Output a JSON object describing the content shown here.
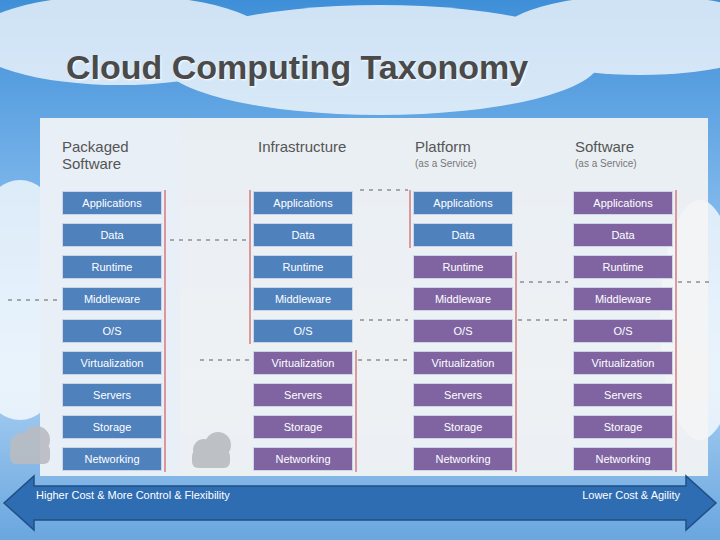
{
  "diagram": {
    "title": "Cloud Computing Taxonomy",
    "nodes": [
      {
        "text": [
          "Applications"
        ]
      },
      {
        "text": [
          "Data"
        ]
      },
      {
        "text": [
          "Runtime"
        ]
      },
      {
        "text": [
          "Middleware"
        ]
      },
      {
        "text": [
          "O/S"
        ]
      },
      {
        "text": [
          "Virtualization"
        ]
      },
      {
        "text": [
          "Servers"
        ]
      },
      {
        "text": [
          "Storage"
        ]
      },
      {
        "text": [
          "Networking"
        ]
      },
      {
        "text": [
          "Applications"
        ]
      },
      {
        "text": [
          "Data"
        ]
      },
      {
        "text": [
          "Runtime"
        ]
      },
      {
        "text": [
          "Middleware"
        ]
      },
      {
        "text": [
          "O/S"
        ]
      },
      {
        "text": [
          "Virtualization"
        ]
      },
      {
        "text": [
          "Servers"
        ]
      },
      {
        "text": [
          "Storage"
        ]
      },
      {
        "text": [
          "Networking"
        ]
      },
      {
        "text": [
          "Applications"
        ]
      },
      {
        "text": [
          "Data"
        ]
      },
      {
        "text": [
          "Runtime"
        ]
      },
      {
        "text": [
          "Middleware"
        ]
      },
      {
        "text": [
          "O/S"
        ]
      },
      {
        "text": [
          "Virtualization"
        ]
      },
      {
        "text": [
          "Servers"
        ]
      },
      {
        "text": [
          "Storage"
        ]
      },
      {
        "text": [
          "Networking"
        ]
      },
      {
        "text": [
          "Applications"
        ]
      },
      {
        "text": [
          "Data"
        ]
      },
      {
        "text": [
          "Runtime"
        ]
      },
      {
        "text": [
          "Middleware"
        ]
      },
      {
        "text": [
          "O/S"
        ]
      },
      {
        "text": [
          "Virtualization"
        ]
      },
      {
        "text": [
          "Servers"
        ]
      },
      {
        "text": [
          "Storage"
        ]
      },
      {
        "text": [
          "Networking"
        ]
      },
      {
        "text": [
          "Higher Cost & More Control & Flexibility",
          "Lower Cost & Agility"
        ]
      }
    ],
    "labels": [
      "Packaged Software",
      "Infrastructure",
      "Platform",
      "(as a Service)",
      "Software",
      "(as a Service)"
    ]
  }
}
